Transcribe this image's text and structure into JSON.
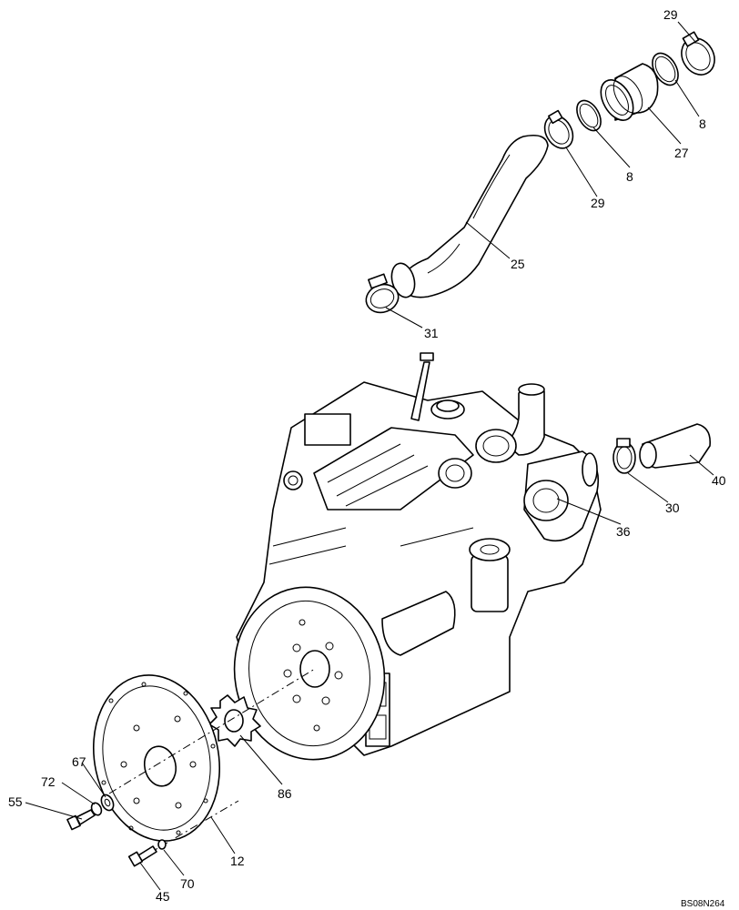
{
  "drawing_ref": "BS08N264",
  "callouts": [
    {
      "id": "c29a",
      "label": "29"
    },
    {
      "id": "c8a",
      "label": "8"
    },
    {
      "id": "c27",
      "label": "27"
    },
    {
      "id": "c8b",
      "label": "8"
    },
    {
      "id": "c29b",
      "label": "29"
    },
    {
      "id": "c25",
      "label": "25"
    },
    {
      "id": "c31",
      "label": "31"
    },
    {
      "id": "c40",
      "label": "40"
    },
    {
      "id": "c30",
      "label": "30"
    },
    {
      "id": "c36",
      "label": "36"
    },
    {
      "id": "c86",
      "label": "86"
    },
    {
      "id": "c67",
      "label": "67"
    },
    {
      "id": "c72",
      "label": "72"
    },
    {
      "id": "c55",
      "label": "55"
    },
    {
      "id": "c12",
      "label": "12"
    },
    {
      "id": "c70",
      "label": "70"
    },
    {
      "id": "c45",
      "label": "45"
    }
  ]
}
